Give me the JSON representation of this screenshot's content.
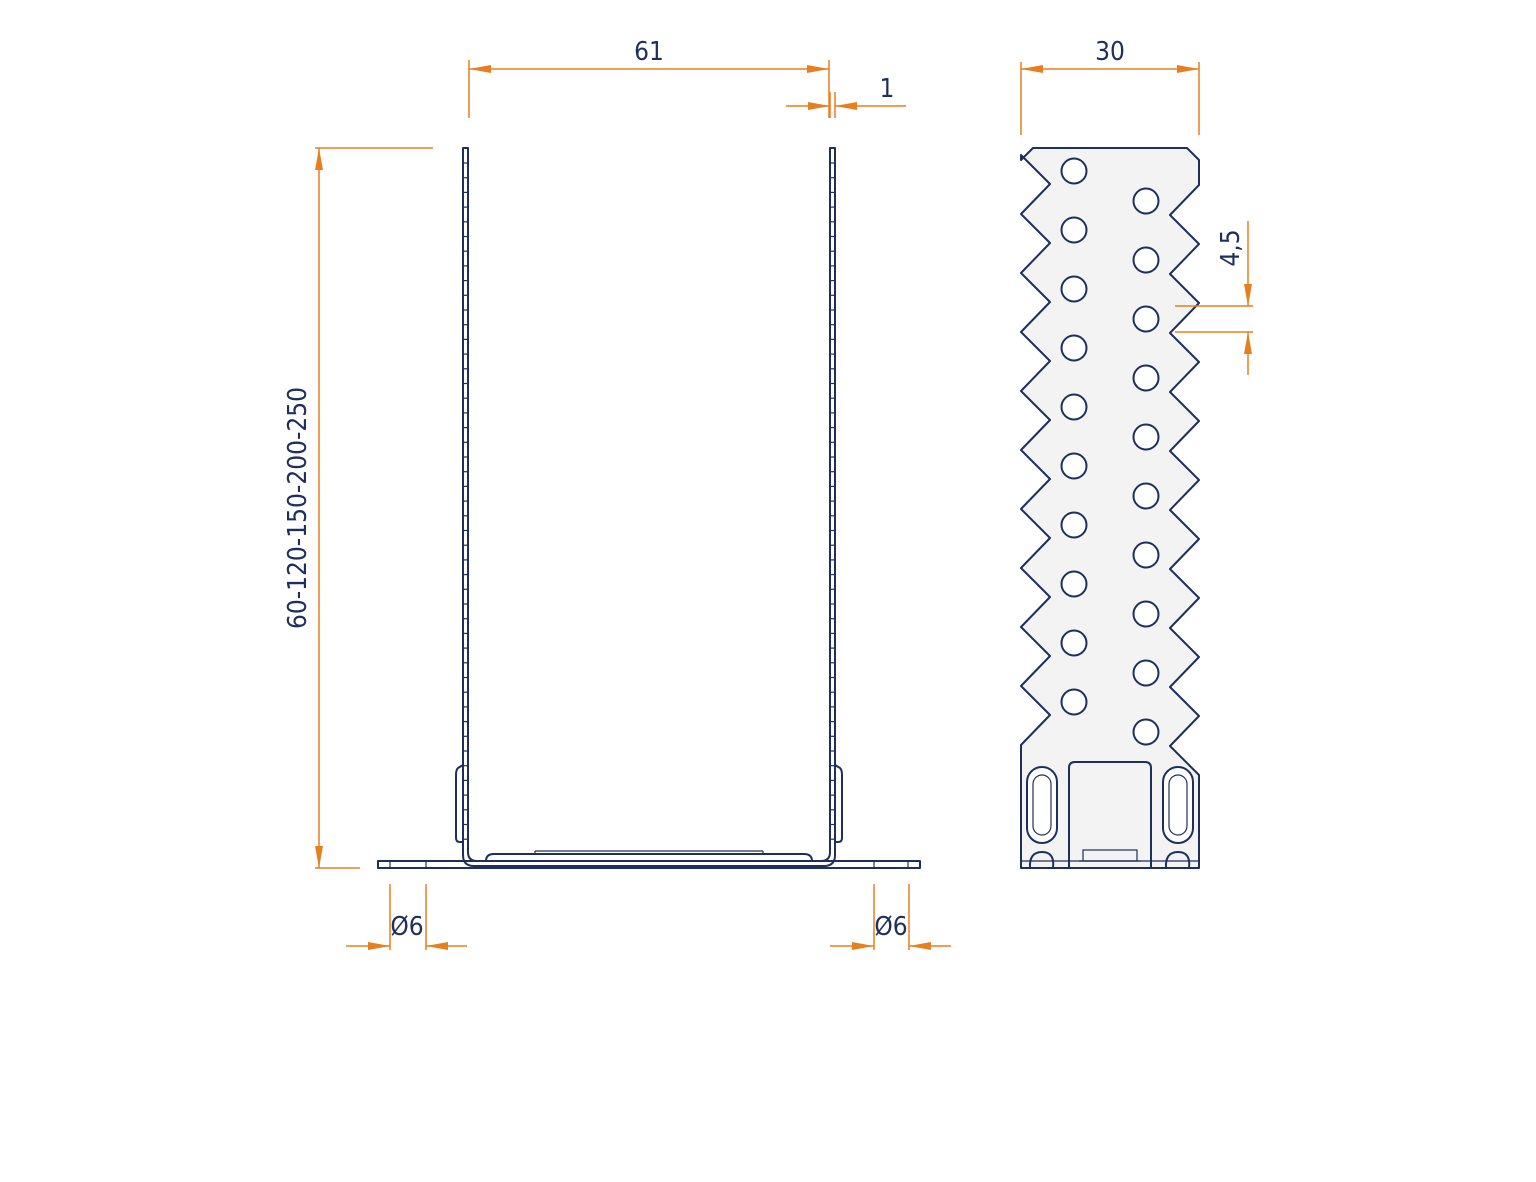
{
  "dimensions": {
    "width_front": "61",
    "thickness": "1",
    "height_range": "60-120-150-200-250",
    "hole_left": "Ø6",
    "hole_right": "Ø6",
    "width_side": "30",
    "tooth_pitch": "4,5"
  },
  "colors": {
    "part_outline": "#1f2f5c",
    "dimension_line": "#e87e1e",
    "plate_fill": "#f3f3f3"
  }
}
